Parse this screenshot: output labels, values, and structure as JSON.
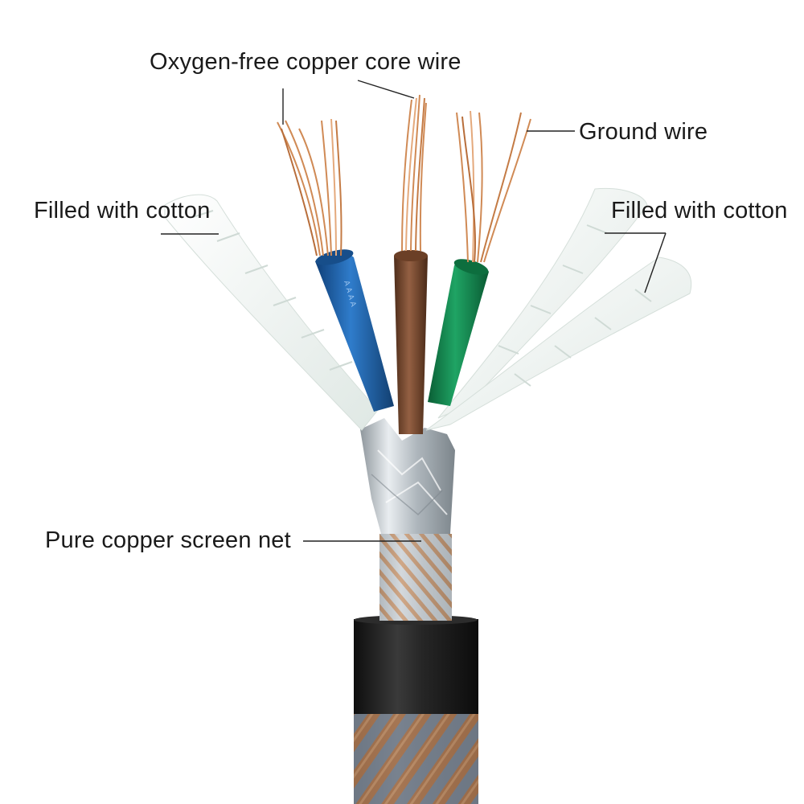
{
  "labels": {
    "core_wire": "Oxygen-free copper core wire",
    "ground_wire": "Ground wire",
    "cotton_left": "Filled with cotton",
    "cotton_right": "Filled with cotton",
    "screen_net": "Pure copper screen net"
  },
  "colors": {
    "blue_insulation": "#1e63a8",
    "brown_insulation": "#7a4a2e",
    "green_insulation": "#12894f",
    "copper": "#d08a55",
    "cotton": "#eef3f1",
    "foil": "#c9cfd3",
    "jacket": "#1b1b1b",
    "braid": "#8fa0b3"
  }
}
